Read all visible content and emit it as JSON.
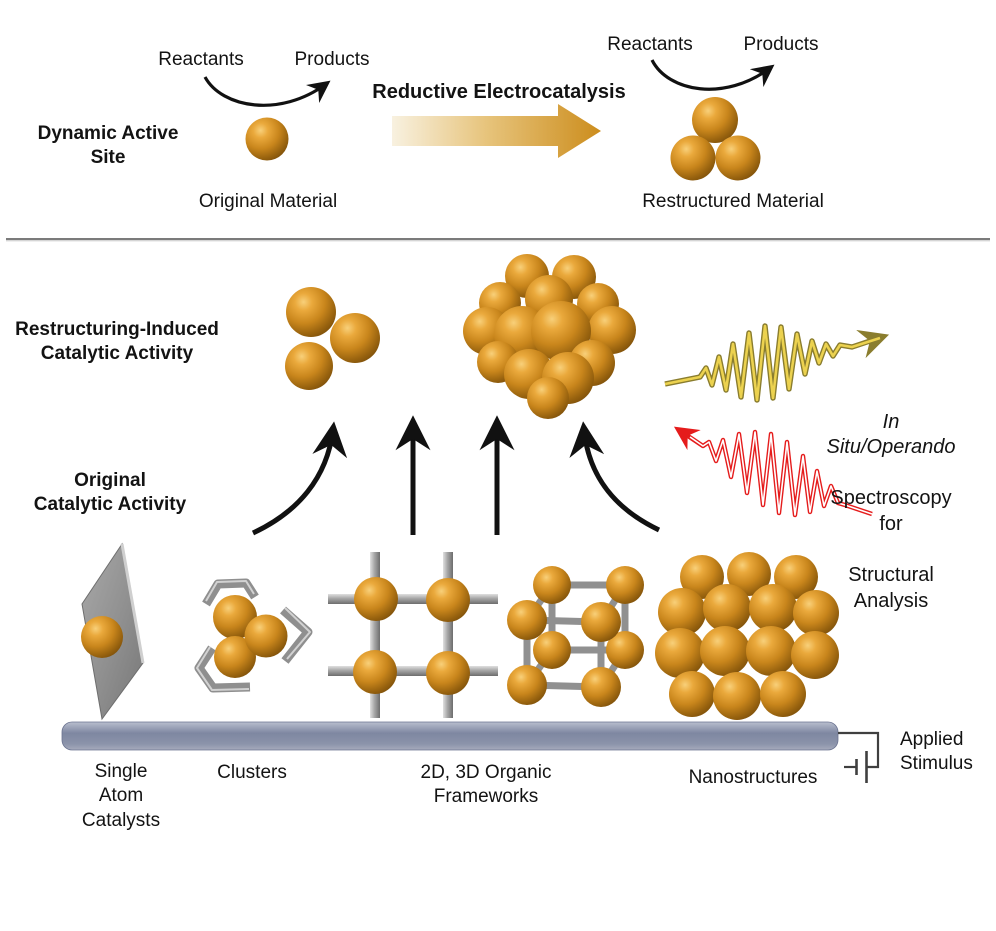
{
  "title": "Dynamic active sites in reductive electrocatalysis schematic",
  "colors": {
    "gold_mid": "#D99A23",
    "gold_dark": "#7C4F0A",
    "gold_highlight": "#F8D07A",
    "process_arrow_gold": "#CC8D1D",
    "wave_yellow": "#ECD24F",
    "wave_olive": "#8A7D2E",
    "wave_red": "#E51C1C",
    "framework_gray": "#8F8F8F",
    "electrode_bar": "#7E87A1",
    "arrow_black": "#111111"
  },
  "top": {
    "dynamic_active_site": "Dynamic Active\nSite",
    "reactants_left": "Reactants",
    "products_left": "Products",
    "original_material": "Original Material",
    "reductive_electrocatalysis": "Reductive Electrocatalysis",
    "reactants_right": "Reactants",
    "products_right": "Products",
    "restructured_material": "Restructured Material"
  },
  "middle": {
    "restructuring_induced": "Restructuring-Induced\nCatalytic Activity",
    "original_catalytic": "Original\nCatalytic Activity",
    "spectroscopy": {
      "line1": "In Situ/Operando",
      "line2": "Spectroscopy for",
      "line3": "Structural Analysis"
    }
  },
  "bottom": {
    "single_atom": "Single\nAtom\nCatalysts",
    "clusters": "Clusters",
    "frameworks": "2D, 3D Organic\nFrameworks",
    "nanostructures": "Nanostructures",
    "applied_stimulus": "Applied\nStimulus"
  }
}
